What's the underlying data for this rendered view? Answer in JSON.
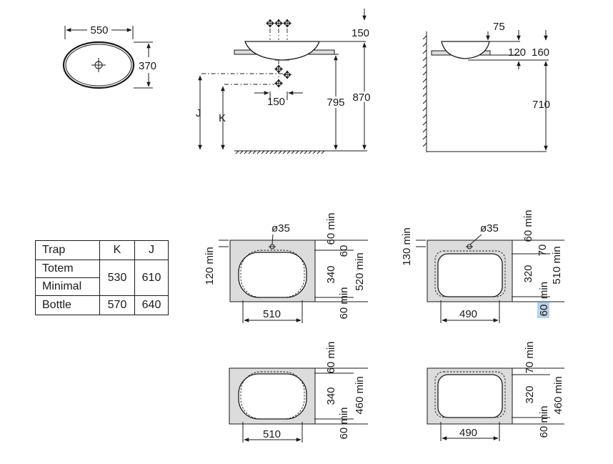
{
  "top_view": {
    "width": "550",
    "depth": "370"
  },
  "front_view": {
    "tap_spacing_top": "150",
    "tap_spacing_bottom": "150",
    "height_795": "795",
    "height_870": "870",
    "label_j": "J",
    "label_k": "K"
  },
  "side_view": {
    "d75": "75",
    "d120": "120",
    "d160": "160",
    "d710": "710"
  },
  "trap_table": {
    "headers": [
      "Trap",
      "K",
      "J"
    ],
    "rows": [
      {
        "name": "Totem",
        "k": "530",
        "j": "610"
      },
      {
        "name": "Minimal"
      },
      {
        "name": "Bottle",
        "k": "570",
        "j": "640"
      }
    ]
  },
  "cutouts": {
    "a": {
      "d120": "120 min",
      "d35": "ø35",
      "d60min": "60 min",
      "d60": "60",
      "d340": "340",
      "d520": "520 min",
      "d60b": "60 min",
      "w510": "510"
    },
    "b": {
      "d130": "130 min",
      "d35": "ø35",
      "d60min": "60 min",
      "d70": "70",
      "d320": "320",
      "d510": "510 min",
      "d60b": "60",
      "d60bmin": "min",
      "w490": "490"
    },
    "c": {
      "d60min": "60 min",
      "d340": "340",
      "d460": "460 min",
      "d60b": "60 min",
      "w510": "510"
    },
    "d": {
      "d70": "70 min",
      "d320": "320",
      "d460": "460 min",
      "d60b": "60 min",
      "w490": "490"
    }
  }
}
